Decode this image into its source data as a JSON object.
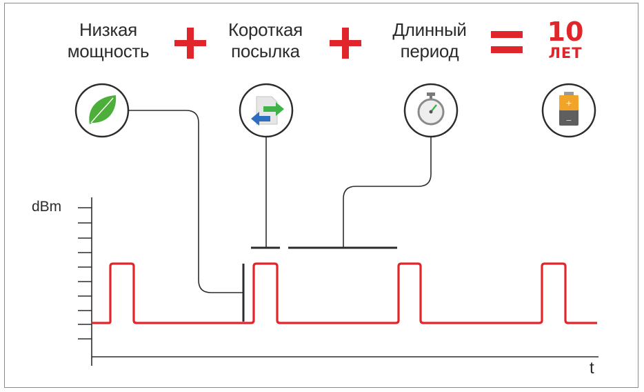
{
  "header": {
    "term1": [
      "Низкая",
      "мощность"
    ],
    "term2": [
      "Короткая",
      "посылка"
    ],
    "term3": [
      "Длинный",
      "период"
    ],
    "result_value": "10",
    "result_unit": "ЛЕТ"
  },
  "icons": [
    "leaf-icon",
    "data-transfer-icon",
    "stopwatch-icon",
    "battery-icon"
  ],
  "axis": {
    "y_label": "dBm",
    "x_label": "t"
  },
  "colors": {
    "accent": "#e0262a",
    "signal": "#e0262a",
    "line": "#2b2b2b",
    "leaf": "#4caf3a",
    "arrow_green": "#3fb34a",
    "arrow_blue": "#2f6fc1",
    "battery": "#f2a428"
  }
}
